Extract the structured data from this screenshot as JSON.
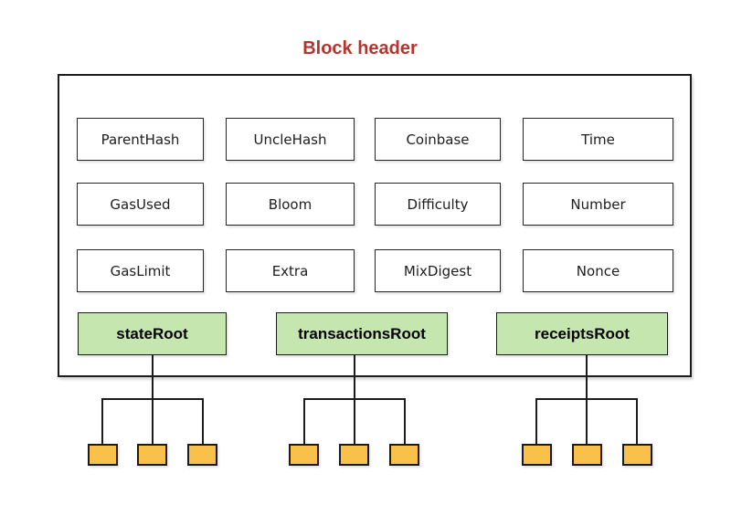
{
  "title": "Block header",
  "colors": {
    "title": "#b5342f",
    "box_border": "#262626",
    "line": "#1c1c1c",
    "root_fill": "#c5e6ae",
    "leaf_fill": "#f9c149"
  },
  "header_box": {
    "fields": [
      [
        "ParentHash",
        "UncleHash",
        "Coinbase",
        "Time"
      ],
      [
        "GasUsed",
        "Bloom",
        "Difficulty",
        "Number"
      ],
      [
        "GasLimit",
        "Extra",
        "MixDigest",
        "Nonce"
      ]
    ],
    "roots": [
      "stateRoot",
      "transactionsRoot",
      "receiptsRoot"
    ]
  },
  "trees": [
    {
      "root": "stateRoot",
      "leaves": 3
    },
    {
      "root": "transactionsRoot",
      "leaves": 3
    },
    {
      "root": "receiptsRoot",
      "leaves": 3
    }
  ]
}
